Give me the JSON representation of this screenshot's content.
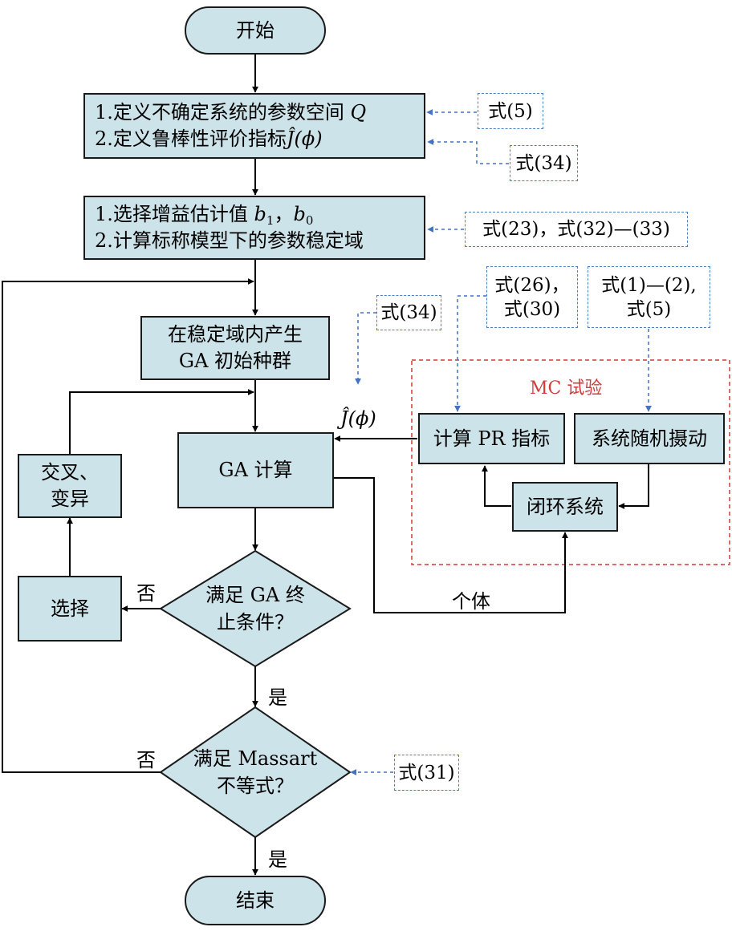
{
  "nodes": {
    "start": "开始",
    "define_line1": "1.定义不确定系统的参数空间",
    "define_line1_symbol": "Q",
    "define_line2": "2.定义鲁棒性评价指标",
    "define_line2_symbol": "Ĵ(ϕ)",
    "gain_line1": "1.选择增益估计值",
    "gain_b1": "b",
    "gain_b1_sub": "1",
    "gain_sep": "，",
    "gain_b0": "b",
    "gain_b0_sub": "0",
    "gain_line2": "2.计算标称模型下的参数稳定域",
    "init_line1": "在稳定域内产生",
    "init_line2": "GA 初始种群",
    "ga_calc": "GA 计算",
    "crossover_line1": "交叉、",
    "crossover_line2": "变异",
    "select": "选择",
    "ga_stop_line1": "满足 GA 终",
    "ga_stop_line2": "止条件？",
    "massart_line1": "满足 Massart",
    "massart_line2": "不等式？",
    "end": "结束",
    "calc_pr": "计算 PR 指标",
    "perturb": "系统随机摄动",
    "closed_loop": "闭环系统"
  },
  "mc_group_title": "MC 试验",
  "refs": {
    "eq5": "式(5)",
    "eq34_top": "式(34)",
    "eq23_32_33": "式(23)，式(32)—(33)",
    "eq26_line1": "式(26)，",
    "eq26_line2": "式(30)",
    "eq1_2_line1": "式(1)—(2),",
    "eq1_2_line2": "式(5)",
    "eq34_mid": "式(34)",
    "eq31": "式(31)"
  },
  "edge_labels": {
    "j_phi": "Ĵ(ϕ)",
    "individual": "个体",
    "no_select": "否",
    "yes_ga": "是",
    "no_massart": "否",
    "yes_end": "是"
  },
  "colors": {
    "node_fill": "#cde3ea",
    "ref_border": "#4a7fc4",
    "mc_border": "#d43a3a"
  }
}
